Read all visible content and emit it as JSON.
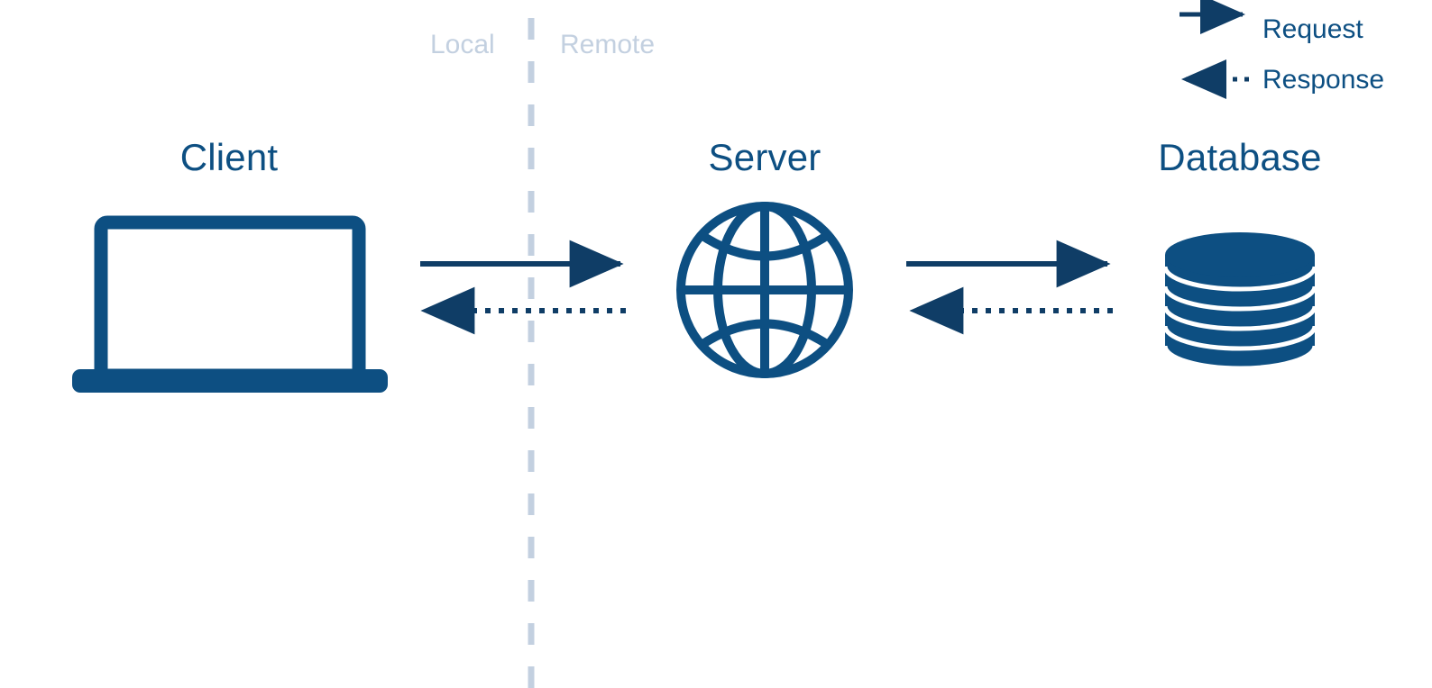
{
  "diagram": {
    "title": "Client-Server-Database request/response flow",
    "background": "#ffffff",
    "colors": {
      "icon_blue": "#0d4f82",
      "arrow_navy": "#0f3d66",
      "divider_gray_blue": "#c3d0e0",
      "label_gray_blue": "#c3d0e0",
      "white": "#ffffff"
    }
  },
  "zones": {
    "local_label": "Local",
    "remote_label": "Remote",
    "divider_style": "dashed-vertical"
  },
  "nodes": [
    {
      "id": "client",
      "title": "Client",
      "icon": "laptop-icon"
    },
    {
      "id": "server",
      "title": "Server",
      "icon": "globe-icon"
    },
    {
      "id": "database",
      "title": "Database",
      "icon": "database-cylinder-icon"
    }
  ],
  "connections": [
    {
      "id": "client-to-server",
      "from": "client",
      "to": "server",
      "kind": "request",
      "style": "solid",
      "direction": "right"
    },
    {
      "id": "server-to-client",
      "from": "server",
      "to": "client",
      "kind": "response",
      "style": "dotted",
      "direction": "left"
    },
    {
      "id": "server-to-database",
      "from": "server",
      "to": "database",
      "kind": "request",
      "style": "solid",
      "direction": "right"
    },
    {
      "id": "database-to-server",
      "from": "database",
      "to": "server",
      "kind": "response",
      "style": "dotted",
      "direction": "left"
    }
  ],
  "legend": {
    "items": [
      {
        "id": "request",
        "label": "Request",
        "style": "solid",
        "direction": "right"
      },
      {
        "id": "response",
        "label": "Response",
        "style": "dotted",
        "direction": "left"
      }
    ]
  }
}
